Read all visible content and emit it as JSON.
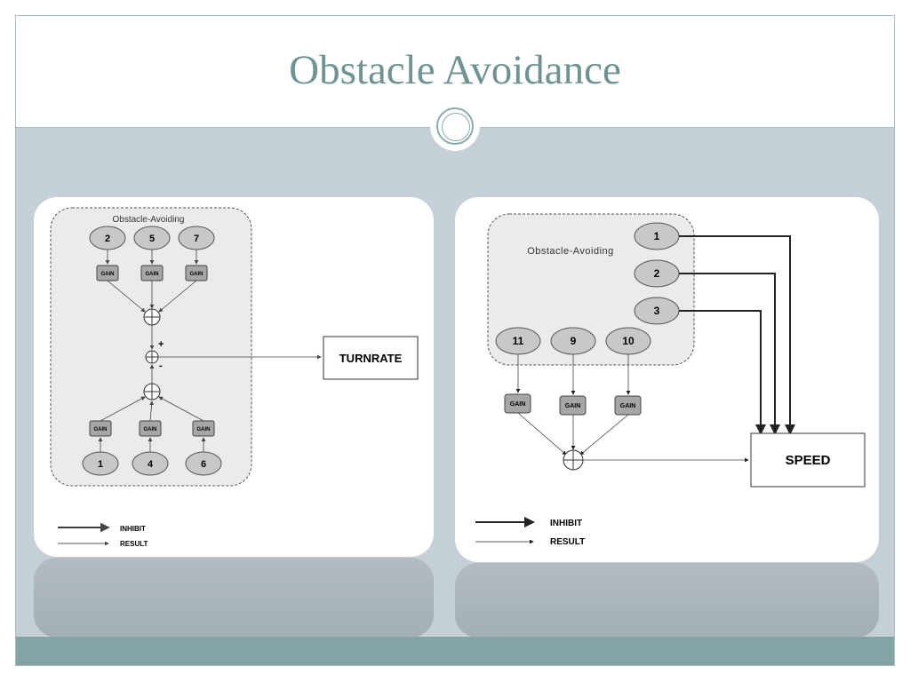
{
  "slide": {
    "title": "Obstacle Avoidance"
  },
  "left_diagram": {
    "group_label": "Obstacle-Avoiding",
    "top_sensors": [
      "2",
      "5",
      "7"
    ],
    "bottom_sensors": [
      "1",
      "4",
      "6"
    ],
    "gain_label": "GAIN",
    "plus_sign": "+",
    "minus_sign": "-",
    "output_label": "TURNRATE",
    "legend": {
      "inhibit": "INHIBIT",
      "result": "RESULT"
    }
  },
  "right_diagram": {
    "group_label": "Obstacle-Avoiding",
    "inhibit_sensors": [
      "1",
      "2",
      "3"
    ],
    "result_sensors": [
      "11",
      "9",
      "10"
    ],
    "gain_label": "GAIN",
    "output_label": "SPEED",
    "legend": {
      "inhibit": "INHIBIT",
      "result": "RESULT"
    }
  },
  "colors": {
    "title": "#6f9393",
    "band": "#c4cfd6",
    "bottom_band": "#83a4a5",
    "node_fill": "#c8c8c8",
    "gain_fill": "#a6a6a6",
    "group_fill": "#ebebeb"
  }
}
